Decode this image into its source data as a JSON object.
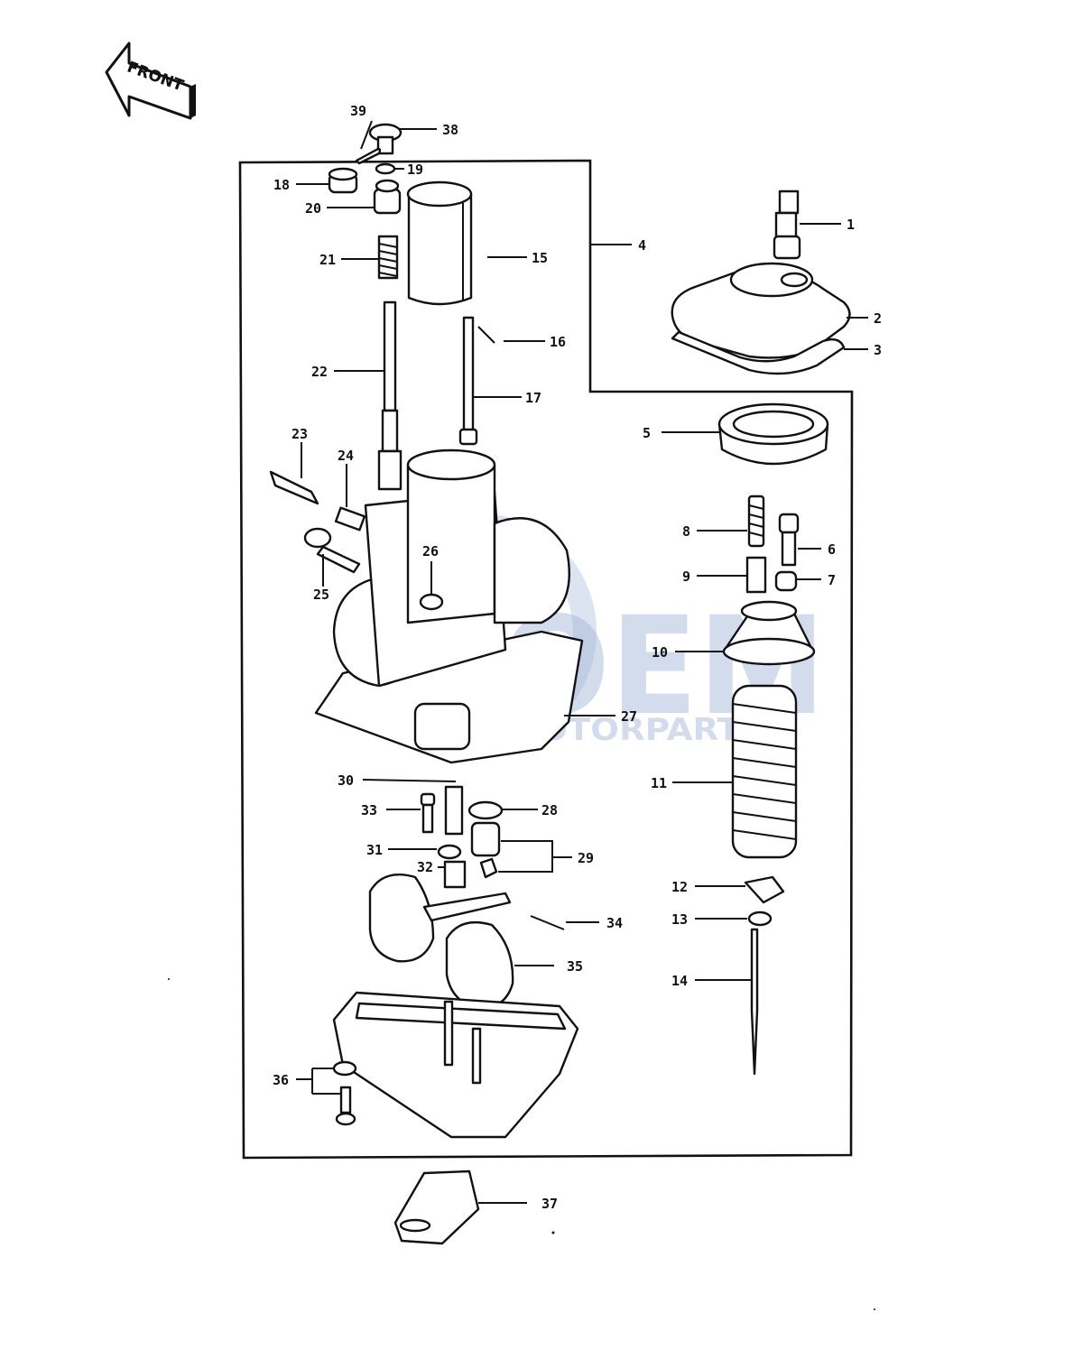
{
  "front_label": "FRONT",
  "watermark": {
    "logo_text": "OEM",
    "sub_text": "MOTORPART"
  },
  "callouts": {
    "c1": "1",
    "c2": "2",
    "c3": "3",
    "c4": "4",
    "c5": "5",
    "c6": "6",
    "c7": "7",
    "c8": "8",
    "c9": "9",
    "c10": "10",
    "c11": "11",
    "c12": "12",
    "c13": "13",
    "c14": "14",
    "c15": "15",
    "c16": "16",
    "c17": "17",
    "c18": "18",
    "c19": "19",
    "c20": "20",
    "c21": "21",
    "c22": "22",
    "c23": "23",
    "c24": "24",
    "c25": "25",
    "c26": "26",
    "c27": "27",
    "c28": "28",
    "c29": "29",
    "c30": "30",
    "c31": "31",
    "c32": "32",
    "c33": "33",
    "c34": "34",
    "c35": "35",
    "c36": "36",
    "c37": "37",
    "c38": "38",
    "c39": "39"
  }
}
